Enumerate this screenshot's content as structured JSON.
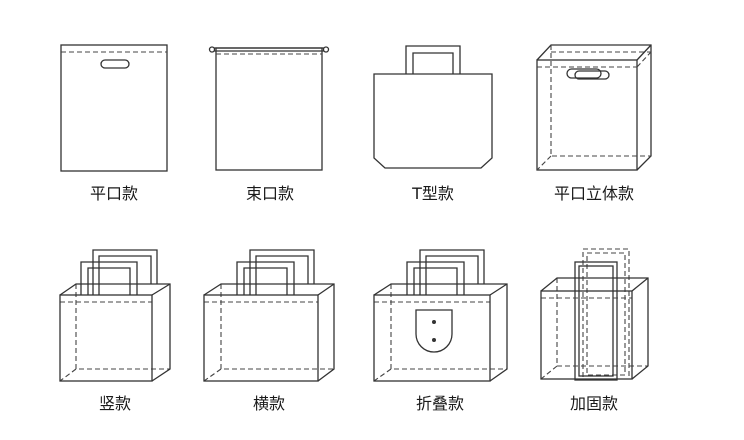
{
  "styles": [
    {
      "id": "flat",
      "label": "平口款"
    },
    {
      "id": "drawstring",
      "label": "束口款"
    },
    {
      "id": "t-shape",
      "label": "T型款"
    },
    {
      "id": "flat-3d",
      "label": "平口立体款"
    },
    {
      "id": "vertical",
      "label": "竖款"
    },
    {
      "id": "horizontal",
      "label": "横款"
    },
    {
      "id": "foldable",
      "label": "折叠款"
    },
    {
      "id": "reinforced",
      "label": "加固款"
    }
  ],
  "colors": {
    "stroke": "#333333",
    "background": "#ffffff"
  }
}
